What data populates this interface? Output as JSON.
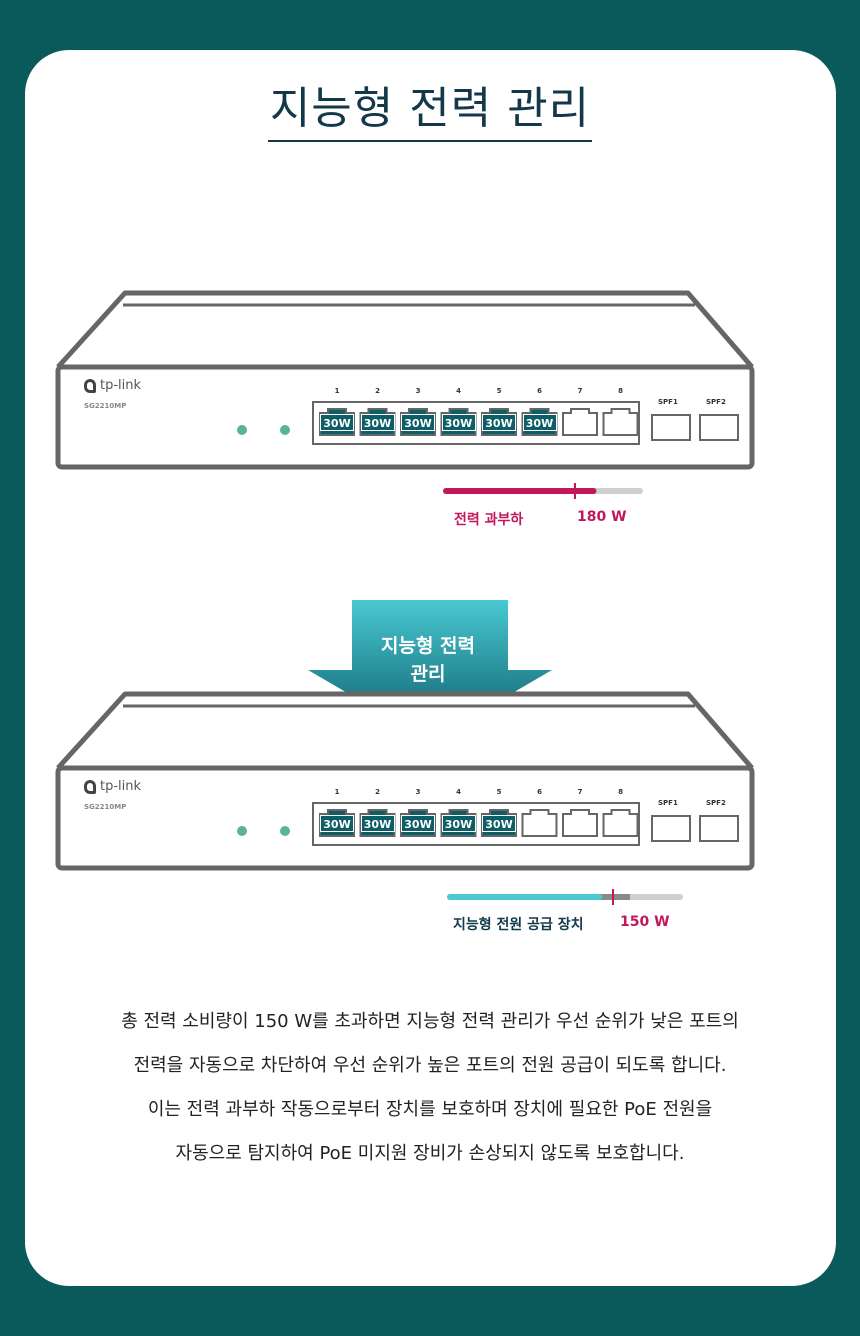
{
  "title": "지능형 전력 관리",
  "switch_top": {
    "brand": "tp-link",
    "model": "SG2210MP",
    "ports": [
      "1",
      "2",
      "3",
      "4",
      "5",
      "6",
      "7",
      "8"
    ],
    "badges": [
      "30W",
      "30W",
      "30W",
      "30W",
      "30W",
      "30W"
    ],
    "sfp": [
      "SPF1",
      "SPF2"
    ]
  },
  "bar_top": {
    "label": "전력 과부하",
    "value": "180 W",
    "fill": 0.76
  },
  "arrow": {
    "line1": "지능형 전력",
    "line2": "관리"
  },
  "switch_bottom": {
    "brand": "tp-link",
    "model": "SG2210MP",
    "ports": [
      "1",
      "2",
      "3",
      "4",
      "5",
      "6",
      "7",
      "8"
    ],
    "badges": [
      "30W",
      "30W",
      "30W",
      "30W",
      "30W"
    ],
    "sfp": [
      "SPF1",
      "SPF2"
    ]
  },
  "bar_bottom": {
    "label": "지능형 전원 공급 장치",
    "value": "150 W",
    "fill": 0.65
  },
  "description": [
    "총 전력 소비량이 150 W를 초과하면 지능형 전력 관리가 우선 순위가 낮은 포트의",
    "전력을 자동으로 차단하여 우선 순위가 높은 포트의 전원 공급이 되도록 합니다.",
    "이는 전력 과부하 작동으로부터 장치를 보호하며 장치에 필요한 PoE 전원을",
    "자동으로 탐지하여 PoE 미지원 장비가 손상되지 않도록 보호합니다."
  ],
  "colors": {
    "background": "#0a5a5c",
    "accent_teal": "#4ec8d0",
    "accent_pink": "#c2185b",
    "badge": "#0d5e66"
  }
}
